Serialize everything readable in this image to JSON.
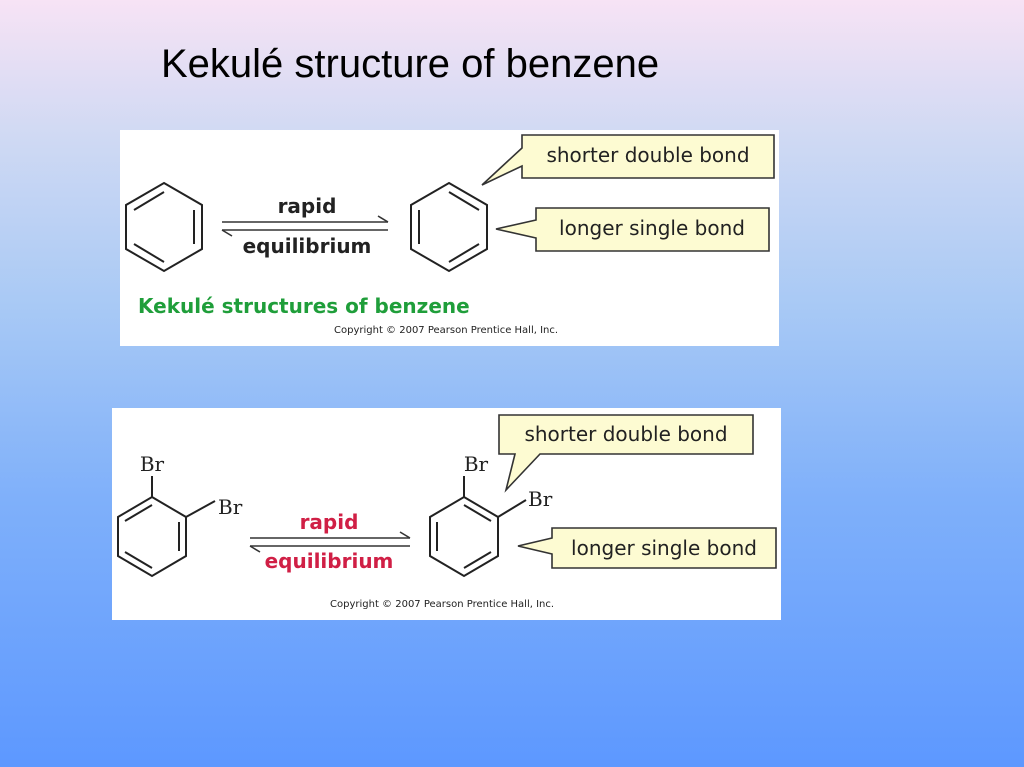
{
  "slide": {
    "title": "Kekulé structure of benzene"
  },
  "figure_1": {
    "arrow_top_label": "rapid",
    "arrow_bottom_label": "equilibrium",
    "callout_double": "shorter double bond",
    "callout_single": "longer single bond",
    "caption": "Kekulé structures of benzene",
    "copyright": "Copyright © 2007 Pearson Prentice Hall, Inc.",
    "colors": {
      "caption": "#1f9e3a",
      "arrow_label": "#222222",
      "callout_fill": "#fdfbd2"
    }
  },
  "figure_2": {
    "substituent_1": "Br",
    "substituent_2": "Br",
    "arrow_top_label": "rapid",
    "arrow_bottom_label": "equilibrium",
    "callout_double": "shorter double bond",
    "callout_single": "longer single bond",
    "copyright": "Copyright © 2007 Pearson Prentice Hall, Inc.",
    "colors": {
      "arrow_label": "#d01f45",
      "callout_fill": "#fdfbd2"
    }
  }
}
